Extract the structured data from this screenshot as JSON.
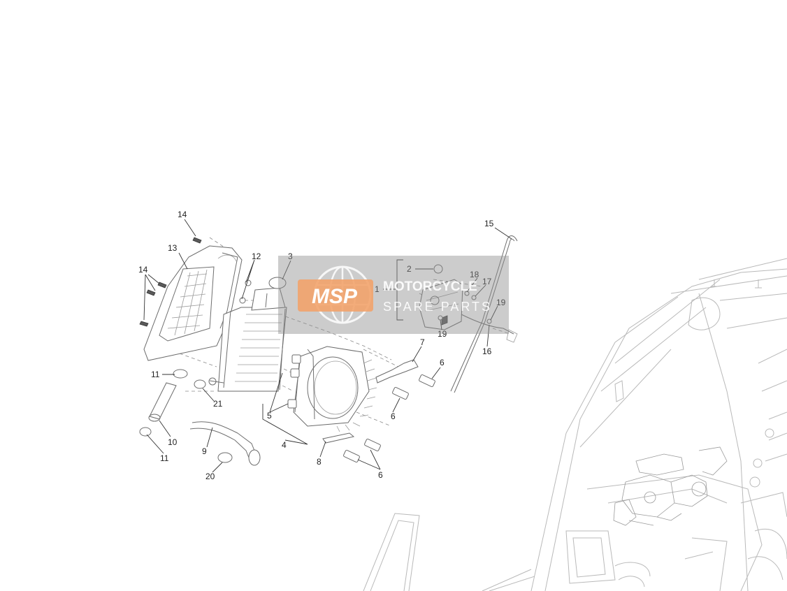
{
  "callouts": [
    "14",
    "13",
    "14",
    "12",
    "3",
    "2",
    "1",
    "18",
    "17",
    "15",
    "19",
    "19",
    "16",
    "7",
    "6",
    "6",
    "11",
    "21",
    "5",
    "4",
    "10",
    "11",
    "9",
    "20",
    "8",
    "6"
  ],
  "watermark": {
    "badge": "MSP",
    "line1": "MOTORCYCLE",
    "line2": "SPARE PARTS",
    "badge_color": "#f2a36b",
    "panel_color": "#8f8f8f"
  }
}
